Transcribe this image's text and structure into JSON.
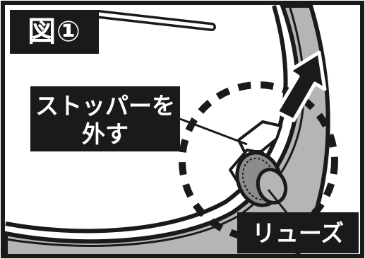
{
  "figure_label": "図①",
  "callouts": {
    "stopper_line1": "ストッパーを",
    "stopper_line2": "外す",
    "crown": "リューズ"
  },
  "colors": {
    "ink": "#1a1a1a",
    "fill_light": "#ffffff",
    "fill_shade": "#b5b5b5",
    "fill_mid": "#8c8c8c"
  },
  "icons": [
    "up-right-arrow-icon",
    "dashed-circle-highlight"
  ]
}
